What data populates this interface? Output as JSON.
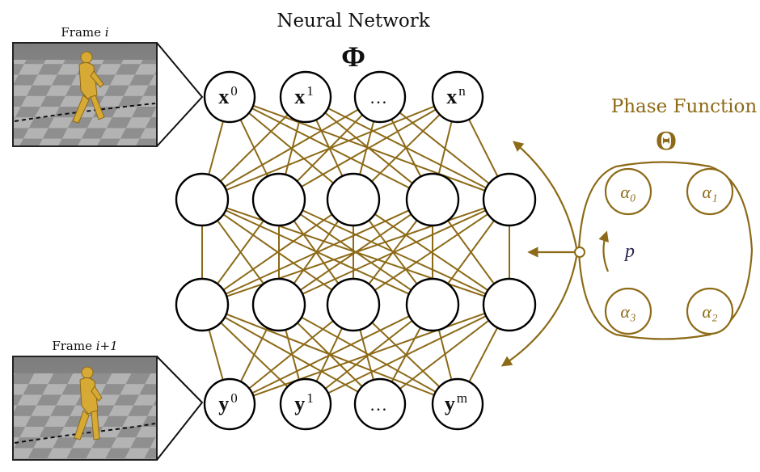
{
  "title": "Neural Network",
  "network_symbol": "Φ",
  "phase": {
    "title": "Phase Function",
    "symbol": "Θ",
    "alphas": [
      "α₀",
      "α₁",
      "α₃",
      "α₂"
    ],
    "p_label": "p"
  },
  "frames": [
    {
      "caption_prefix": "Frame ",
      "caption_var": "i"
    },
    {
      "caption_prefix": "Frame ",
      "caption_var": "i+1"
    }
  ],
  "input_nodes": [
    {
      "base": "x",
      "sup": "0"
    },
    {
      "base": "x",
      "sup": "1"
    },
    {
      "base": "…",
      "sup": ""
    },
    {
      "base": "x",
      "sup": "n"
    }
  ],
  "output_nodes": [
    {
      "base": "y",
      "sup": "0"
    },
    {
      "base": "y",
      "sup": "1"
    },
    {
      "base": "…",
      "sup": ""
    },
    {
      "base": "y",
      "sup": "m"
    }
  ],
  "hidden_layer_count": 2,
  "hidden_layer_size": 5,
  "colors": {
    "gold": "#8c6a17",
    "node_stroke": "#000000",
    "checker_light": "#b3b3b3",
    "checker_dark": "#8f8f8f",
    "character": "#d7a935"
  }
}
